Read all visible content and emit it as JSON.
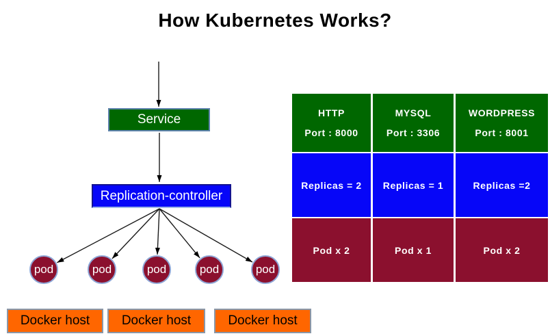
{
  "title": "How Kubernetes Works?",
  "diagram": {
    "service_label": "Service",
    "controller_label": "Replication-controller",
    "pods": [
      "pod",
      "pod",
      "pod",
      "pod",
      "pod"
    ],
    "docker_hosts": [
      "Docker host",
      "Docker host",
      "Docker host"
    ]
  },
  "table": {
    "columns": [
      {
        "name": "HTTP",
        "port": "Port : 8000",
        "replicas": "Replicas = 2",
        "pods": "Pod x 2"
      },
      {
        "name": "MYSQL",
        "port": "Port : 3306",
        "replicas": "Replicas = 1",
        "pods": "Pod x 1"
      },
      {
        "name": "WORDPRESS",
        "port": "Port : 8001",
        "replicas": "Replicas =2",
        "pods": "Pod x 2"
      }
    ]
  },
  "colors": {
    "service_green": "#006700",
    "controller_blue": "#0606f8",
    "pod_maroon": "#8b102e",
    "docker_orange": "#ff6600",
    "arrow_black": "#000000"
  }
}
